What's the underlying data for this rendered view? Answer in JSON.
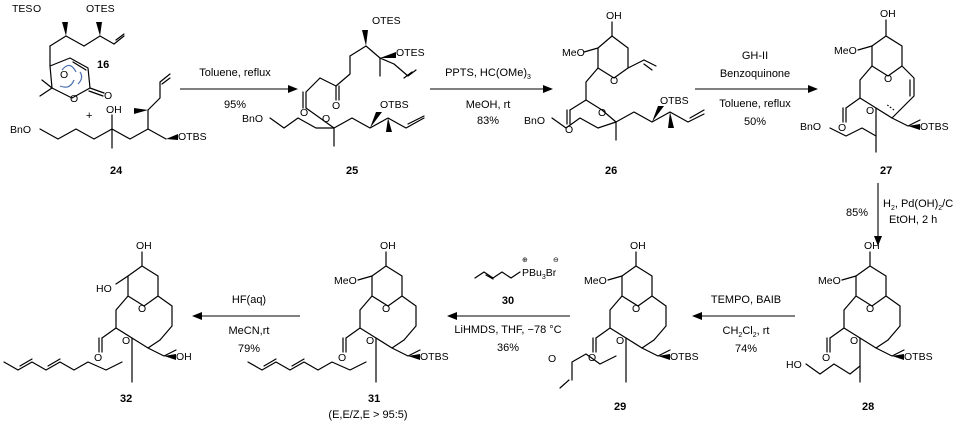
{
  "compounds": {
    "c16": "16",
    "c24": "24",
    "c25": "25",
    "c26": "26",
    "c27": "27",
    "c28": "28",
    "c29": "29",
    "c30": "30",
    "c31": "31",
    "c32": "32",
    "plus": "+"
  },
  "labels": {
    "tes": "TES",
    "otes": "OTES",
    "otbs": "OTBS",
    "oh": "OH",
    "bno": "BnO",
    "meo": "MeO",
    "ho": "HO",
    "o": "O",
    "pbu3": "PBu",
    "pbu3_sub": "3",
    "br": "Br",
    "oplus": "⊕",
    "ominus": "⊖"
  },
  "reactions": {
    "r1": {
      "cond1": "Toluene, reflux",
      "yield": "95%"
    },
    "r2": {
      "cond1": "PPTS, HC(OMe)",
      "cond1_sub": "3",
      "cond2": "MeOH, rt",
      "yield": "83%"
    },
    "r3": {
      "cond1": "GH-II",
      "cond2": "Benzoquinone",
      "cond3": "Toluene, reflux",
      "yield": "50%"
    },
    "r4": {
      "cond1a": "H",
      "cond1_sub1": "2",
      "cond1b": ", Pd(OH)",
      "cond1_sub2": "2",
      "cond1c": "/C",
      "cond2": "EtOH, 2 h",
      "yield": "85%"
    },
    "r5": {
      "cond1": "TEMPO, BAIB",
      "cond2a": "CH",
      "cond2_sub1": "2",
      "cond2b": "Cl",
      "cond2_sub2": "2",
      "cond2c": ", rt",
      "yield": "74%"
    },
    "r6": {
      "cond2": "LiHMDS, THF, −78 °C",
      "yield": "36%"
    },
    "r7": {
      "cond1": "HF(aq)",
      "cond2": "MeCN,rt",
      "yield": "79%"
    }
  },
  "selectivity": "(E,E/Z,E > 95:5)"
}
